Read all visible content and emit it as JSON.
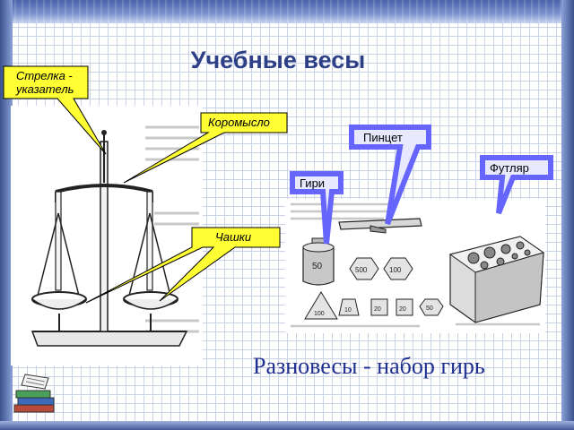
{
  "title": "Учебные весы",
  "caption": "Разновесы - набор гирь",
  "callouts": {
    "pointer": "Стрелка -\nуказатель",
    "pointer_line1": "Стрелка -",
    "pointer_line2": "указатель",
    "beam": "Коромысло",
    "pans": "Чашки",
    "tweezers": "Пинцет",
    "case": "Футляр",
    "weights": "Гири"
  },
  "weight_marks": [
    "50",
    "500",
    "100",
    "100",
    "10",
    "20",
    "20",
    "50"
  ],
  "colors": {
    "callout_fill": "#ffff33",
    "callout_fill_light": "#ffffcc",
    "callout_blue": "#6666ff",
    "callout_blue_light": "#e8e8ff",
    "title_color": "#2d3f86",
    "caption_color": "#1f2f8f"
  }
}
